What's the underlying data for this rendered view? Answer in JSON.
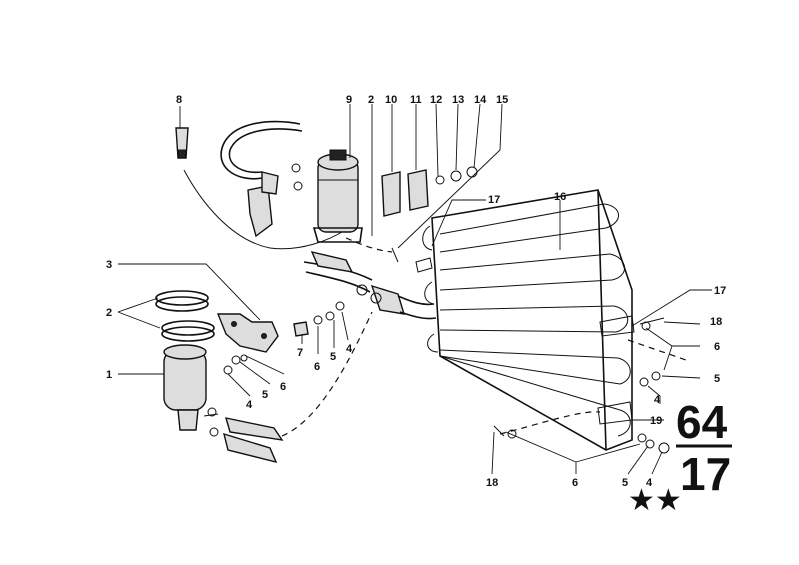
{
  "callouts": {
    "c1": "1",
    "c2a": "2",
    "c2b": "2",
    "c3": "3",
    "c4a": "4",
    "c4b": "4",
    "c4c": "4",
    "c4d": "4",
    "c5a": "5",
    "c5b": "5",
    "c5c": "5",
    "c5d": "5",
    "c6a": "6",
    "c6b": "6",
    "c6c": "6",
    "c6d": "6",
    "c7": "7",
    "c8": "8",
    "c9": "9",
    "c10": "10",
    "c11": "11",
    "c12": "12",
    "c13": "13",
    "c14": "14",
    "c15": "15",
    "c16": "16",
    "c17a": "17",
    "c17b": "17",
    "c18a": "18",
    "c18b": "18",
    "c19": "19"
  },
  "group_badge": {
    "main_group": "64",
    "sub_group": "17",
    "stars": "★★"
  },
  "icons": {
    "star": "star-icon"
  }
}
